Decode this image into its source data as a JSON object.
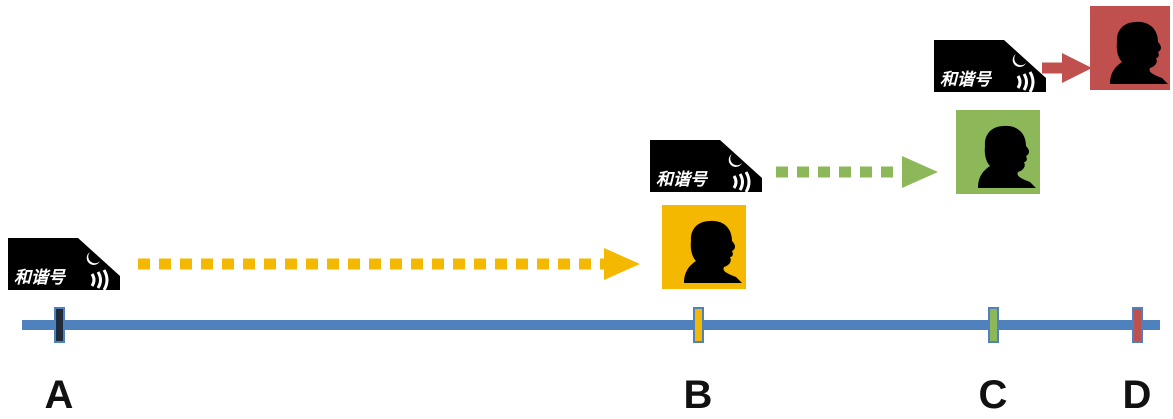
{
  "timeline": {
    "line_color": "#4f81bd",
    "stops": [
      {
        "label": "A",
        "tick_color": "#1f2a3a"
      },
      {
        "label": "B",
        "tick_color": "#f5b800"
      },
      {
        "label": "C",
        "tick_color": "#8db85a"
      },
      {
        "label": "D",
        "tick_color": "#c0504d"
      }
    ]
  },
  "trains": [
    {
      "name": "和谐号",
      "icon": "train-card-icon"
    },
    {
      "name": "和谐号",
      "icon": "train-card-icon"
    },
    {
      "name": "和谐号",
      "icon": "train-card-icon"
    }
  ],
  "arrows": [
    {
      "from": "A",
      "to": "B",
      "color": "#f5b800",
      "style": "dotted"
    },
    {
      "from": "B",
      "to": "C",
      "color": "#8db85a",
      "style": "dotted"
    },
    {
      "from": "C",
      "to": "D",
      "color": "#c0504d",
      "style": "solid"
    }
  ],
  "passengers": [
    {
      "stop": "B",
      "bg": "#f5b800",
      "icon": "person-silhouette-icon"
    },
    {
      "stop": "C",
      "bg": "#8db85a",
      "icon": "person-silhouette-icon"
    },
    {
      "stop": "D",
      "bg": "#c0504d",
      "icon": "person-silhouette-icon"
    }
  ]
}
